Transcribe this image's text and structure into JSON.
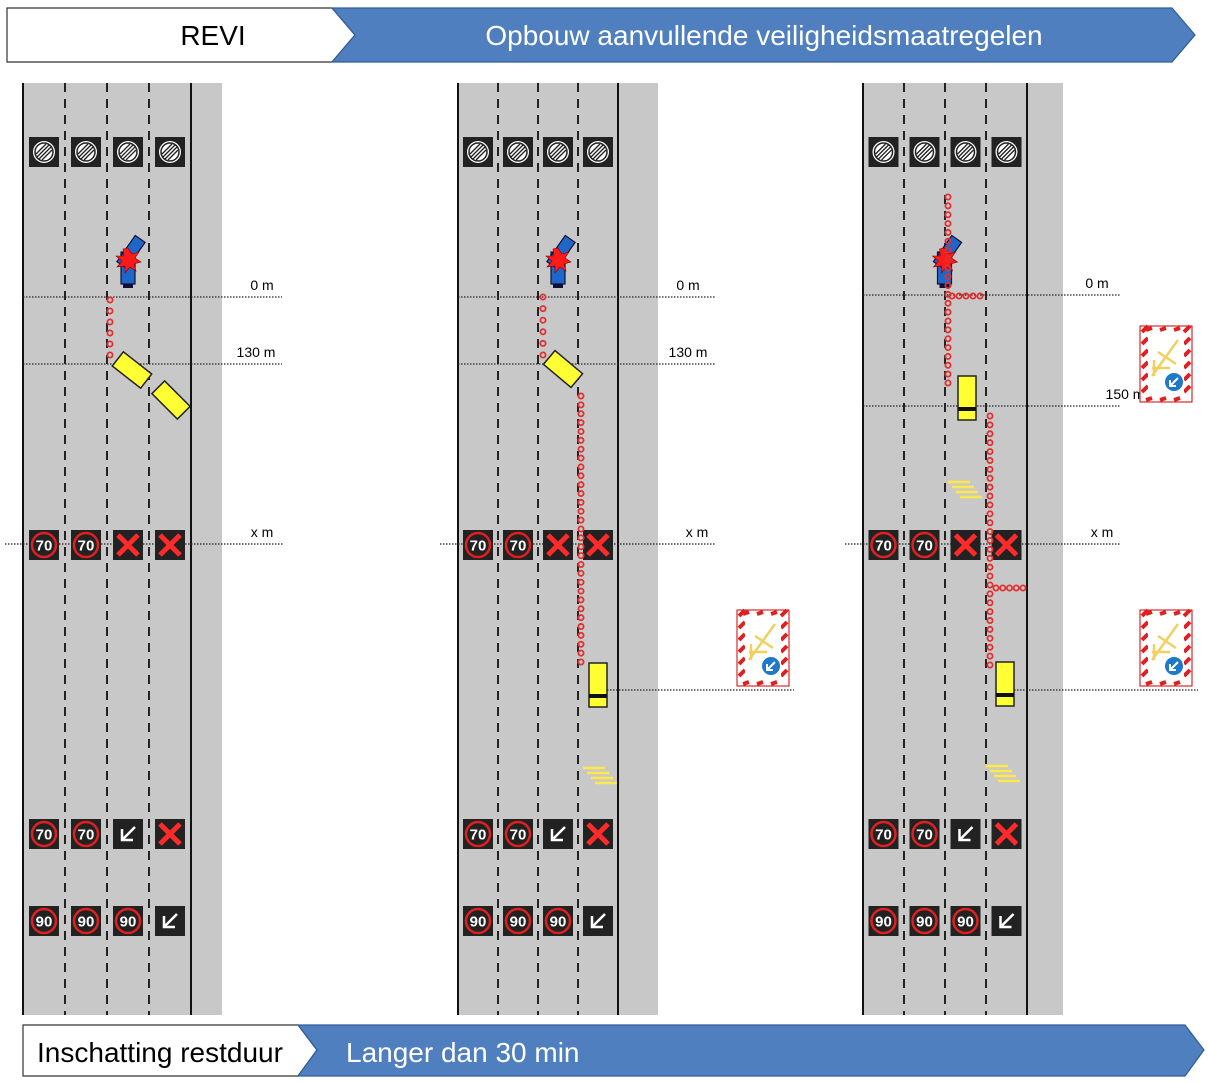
{
  "header": {
    "left_label": "REVI",
    "right_label": "Opbouw aanvullende veiligheidsmaatregelen"
  },
  "footer": {
    "left_label": "Inschatting restduur",
    "right_label": "Langer dan 30 min"
  },
  "colors": {
    "banner_blue": "#4f7fbf",
    "road": "#c8c8c8",
    "cone_red": "#e03030",
    "vehicle_yellow": "#ffff33",
    "police_blue": "#1e66c8",
    "matrix_sign": "#222222"
  },
  "panels": [
    {
      "markers": [
        {
          "label": "0 m"
        },
        {
          "label": "130 m"
        },
        {
          "label": "x m"
        }
      ],
      "gantries": [
        {
          "signs": [
            "lane-closed-end",
            "lane-closed-end",
            "lane-closed-end",
            "lane-closed-end"
          ]
        },
        {
          "signs": [
            "70",
            "70",
            "red-cross",
            "red-cross"
          ]
        },
        {
          "signs": [
            "70",
            "70",
            "arrow-down-left",
            "red-cross"
          ]
        },
        {
          "signs": [
            "90",
            "90",
            "90",
            "arrow-down-left"
          ]
        }
      ]
    },
    {
      "markers": [
        {
          "label": "0 m"
        },
        {
          "label": "130 m"
        },
        {
          "label": "x m"
        }
      ],
      "gantries": [
        {
          "signs": [
            "lane-closed-end",
            "lane-closed-end",
            "lane-closed-end",
            "lane-closed-end"
          ]
        },
        {
          "signs": [
            "70",
            "70",
            "red-cross",
            "red-cross"
          ]
        },
        {
          "signs": [
            "70",
            "70",
            "arrow-down-left",
            "red-cross"
          ]
        },
        {
          "signs": [
            "90",
            "90",
            "90",
            "arrow-down-left"
          ]
        }
      ]
    },
    {
      "markers": [
        {
          "label": "0 m"
        },
        {
          "label": "150 m"
        },
        {
          "label": "x m"
        }
      ],
      "gantries": [
        {
          "signs": [
            "lane-closed-end",
            "lane-closed-end",
            "lane-closed-end",
            "lane-closed-end"
          ]
        },
        {
          "signs": [
            "70",
            "70",
            "red-cross",
            "red-cross"
          ]
        },
        {
          "signs": [
            "70",
            "70",
            "arrow-down-left",
            "red-cross"
          ]
        },
        {
          "signs": [
            "90",
            "90",
            "90",
            "arrow-down-left"
          ]
        }
      ]
    }
  ]
}
